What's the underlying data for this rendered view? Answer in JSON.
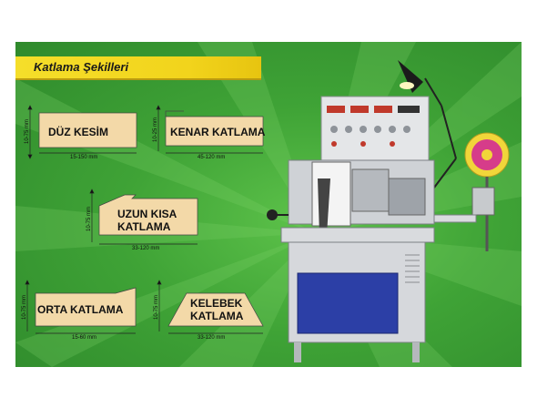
{
  "banner": {
    "title": "Katlama Şekilleri"
  },
  "folds": [
    {
      "label": "DÜZ KESİM",
      "height": "10-75 mm",
      "width": "15-150 mm"
    },
    {
      "label": "KENAR KATLAMA",
      "height": "10-25 mm",
      "width": "45-120 mm"
    },
    {
      "label_line1": "UZUN KISA",
      "label_line2": "KATLAMA",
      "height": "10-75 mm",
      "width": "33-120 mm"
    },
    {
      "label": "ORTA KATLAMA",
      "height": "10-75 mm",
      "width": "15-60 mm"
    },
    {
      "label_line1": "KELEBEK",
      "label_line2": "KATLAMA",
      "height": "10-75 mm",
      "width": "33-120 mm"
    }
  ],
  "colors": {
    "background": "#3fa336",
    "banner": "#f2d41c",
    "label_fill": "#f3d9a8",
    "machine_blue": "#2c3fa6",
    "machine_body": "#d9dbde"
  }
}
